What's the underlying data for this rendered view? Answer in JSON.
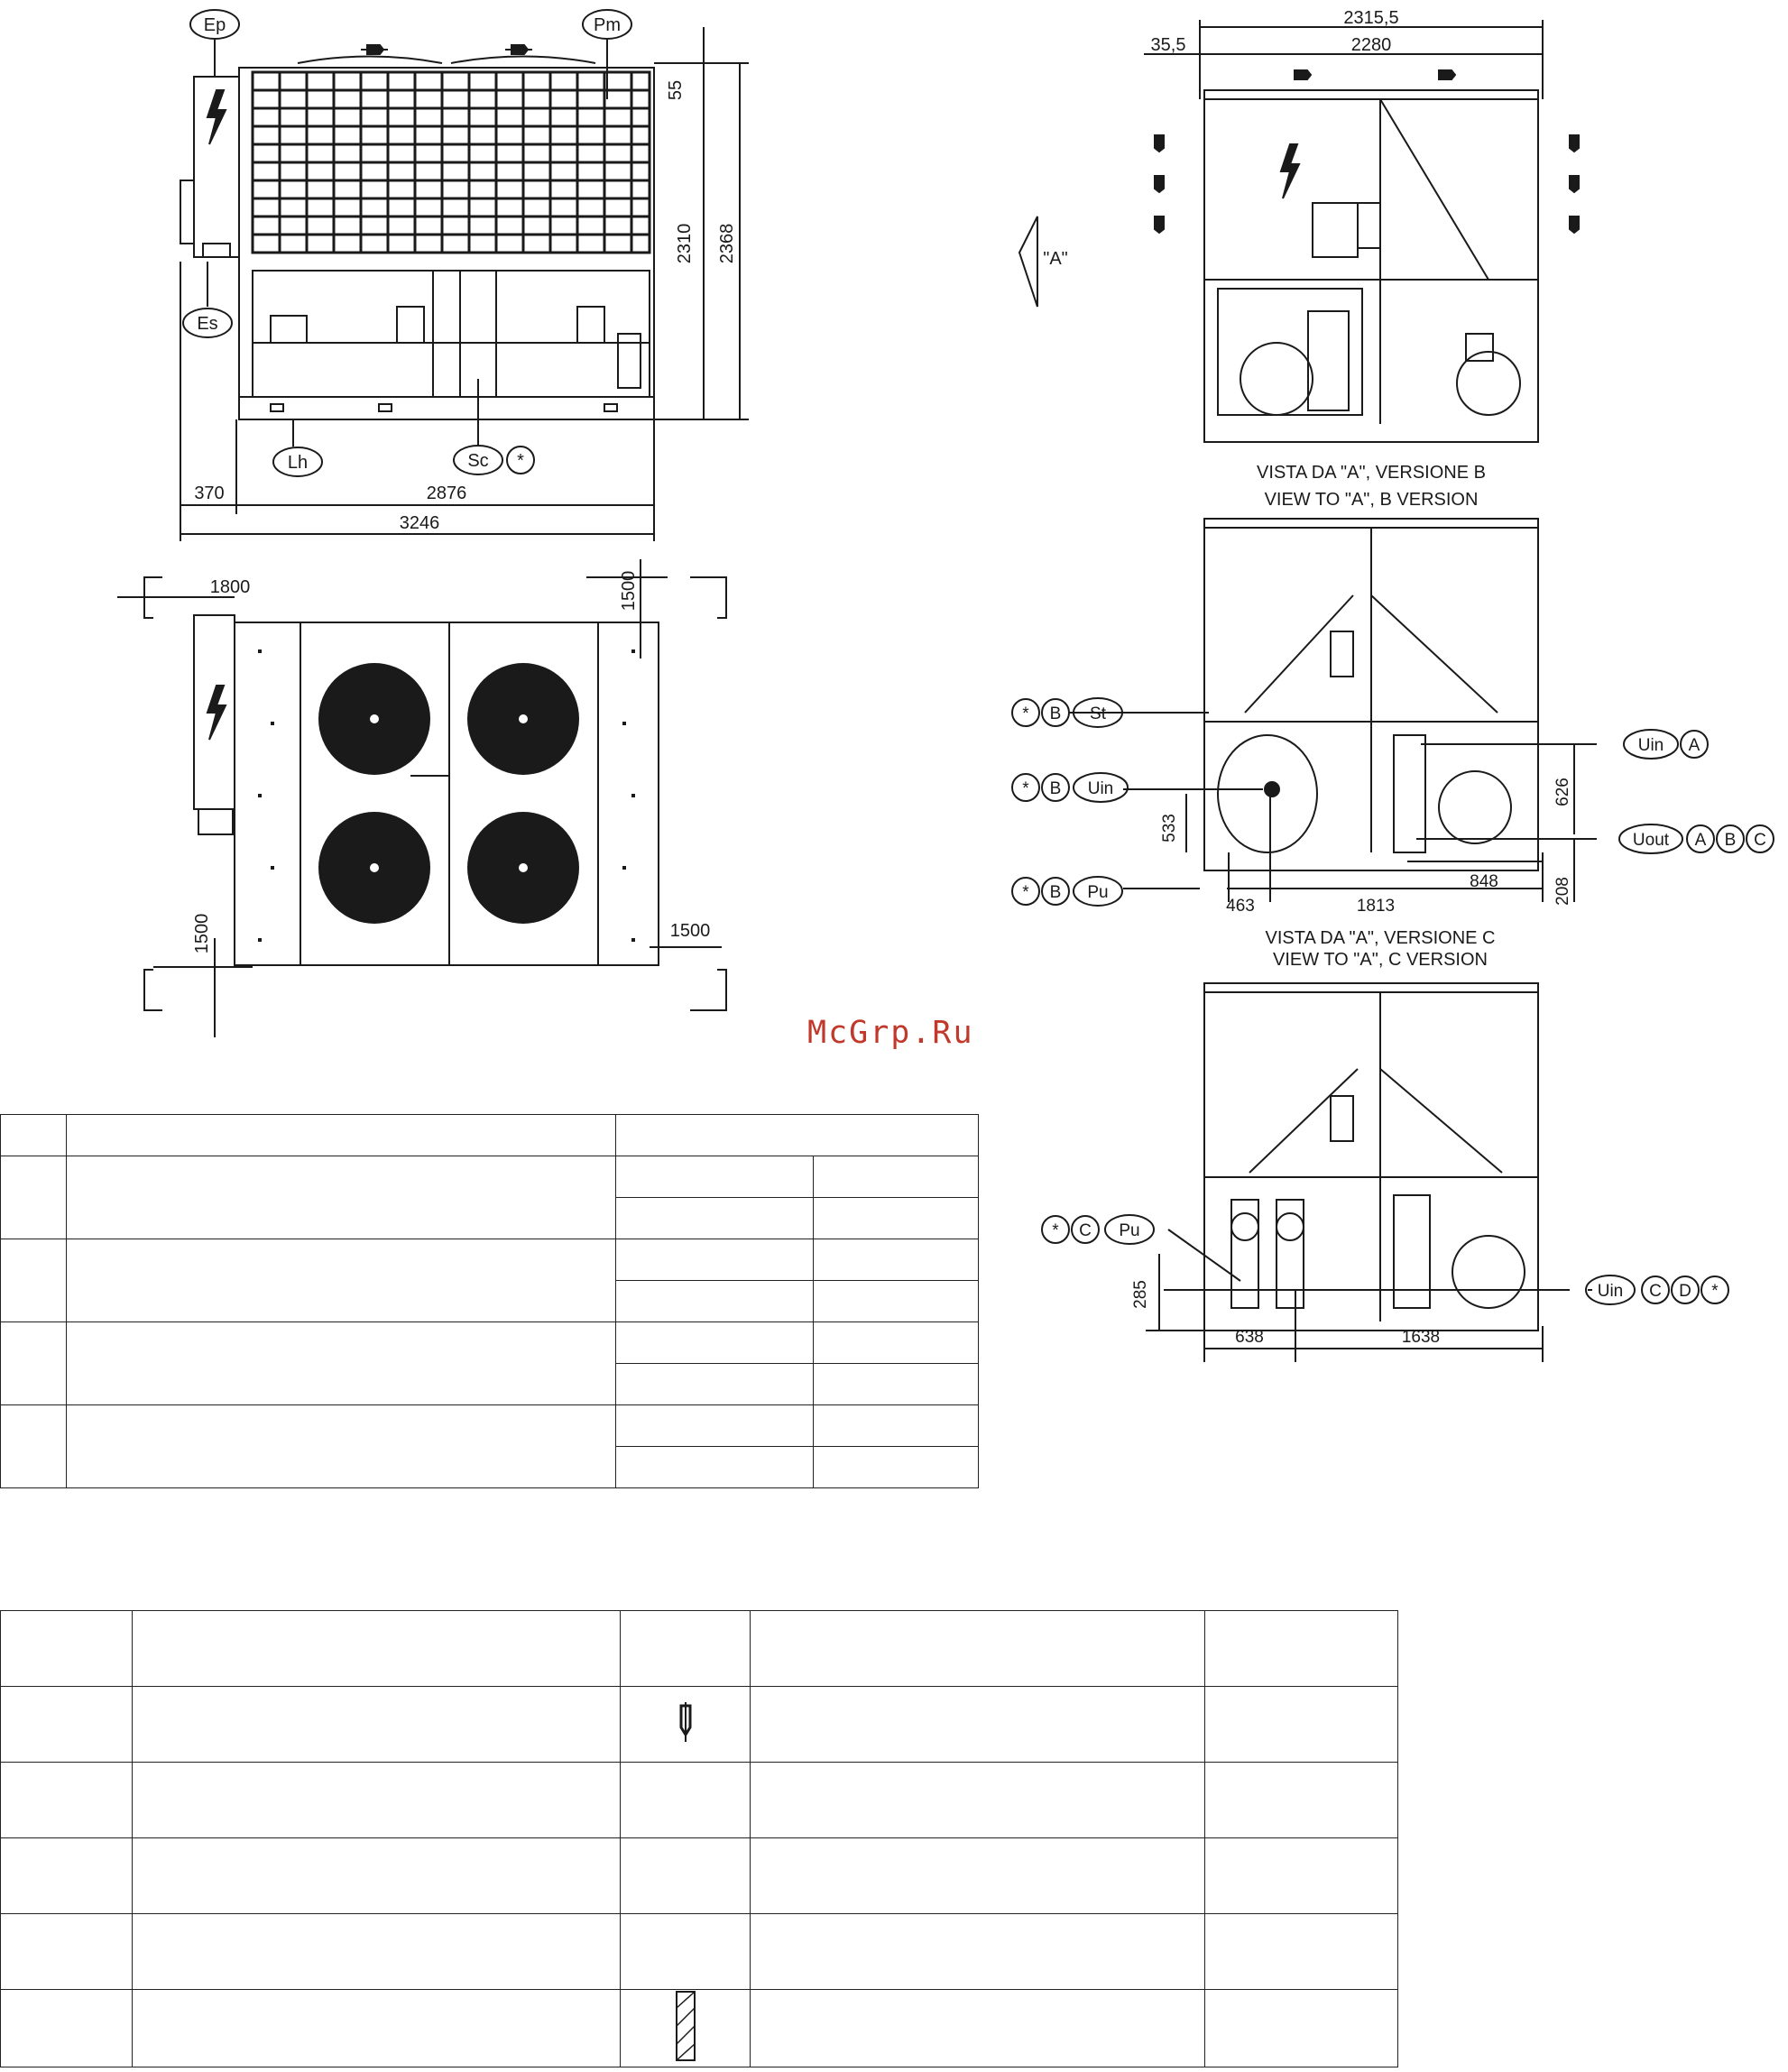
{
  "labels": {
    "ep": "Ep",
    "pm": "Pm",
    "es": "Es",
    "lh": "Lh",
    "sc": "Sc",
    "star": "*",
    "a": "A",
    "b": "B",
    "c": "C",
    "d": "D",
    "st": "St",
    "uin": "Uin",
    "uout": "Uout",
    "pu": "Pu",
    "view_a": "\"A\""
  },
  "dims": {
    "d2315": "2315,5",
    "d35": "35,5",
    "d2280": "2280",
    "d55": "55",
    "d2310": "2310",
    "d2368": "2368",
    "d370": "370",
    "d2876": "2876",
    "d3246": "3246",
    "d1800": "1800",
    "d1500_tr": "1500",
    "d1500_bl": "1500",
    "d1500_br": "1500",
    "d533": "533",
    "d626": "626",
    "d208": "208",
    "d848": "848",
    "d463": "463",
    "d1813": "1813",
    "d285": "285",
    "d638": "638",
    "d1638": "1638"
  },
  "captions": {
    "b_it": "VISTA DA \"A\", VERSIONE B",
    "b_en": "VIEW TO \"A\", B VERSION",
    "c_it": "VISTA DA \"A\", VERSIONE C",
    "c_en": "VIEW TO \"A\", C VERSION"
  },
  "watermark": "McGrp.Ru",
  "colors": {
    "line": "#1a1a1a",
    "watermark": "#c0392b"
  }
}
